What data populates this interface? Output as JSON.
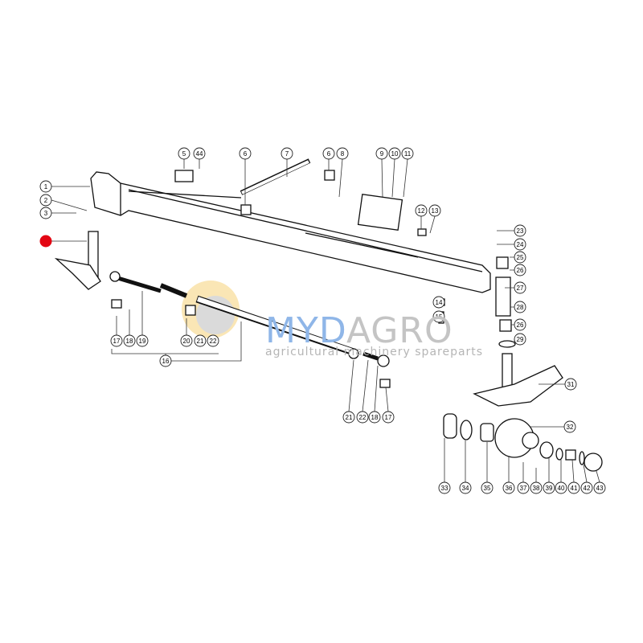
{
  "diagram": {
    "title": "Front axle parts diagram",
    "callouts": [
      "1",
      "2",
      "3",
      "5",
      "44",
      "6",
      "7",
      "6",
      "8",
      "9",
      "10",
      "11",
      "12",
      "13",
      "23",
      "24",
      "25",
      "26",
      "27",
      "28",
      "26",
      "29",
      "14",
      "15",
      "17",
      "18",
      "19",
      "20",
      "21",
      "22",
      "16",
      "21",
      "22",
      "18",
      "17",
      "31",
      "32",
      "33",
      "34",
      "35",
      "36",
      "37",
      "38",
      "39",
      "40",
      "41",
      "42",
      "43"
    ],
    "selected_marker_color": "#e30613"
  },
  "watermark": {
    "brand_part1": "MYD",
    "brand_part2": "AGRO",
    "tagline": "agricultural machinery spareparts"
  }
}
